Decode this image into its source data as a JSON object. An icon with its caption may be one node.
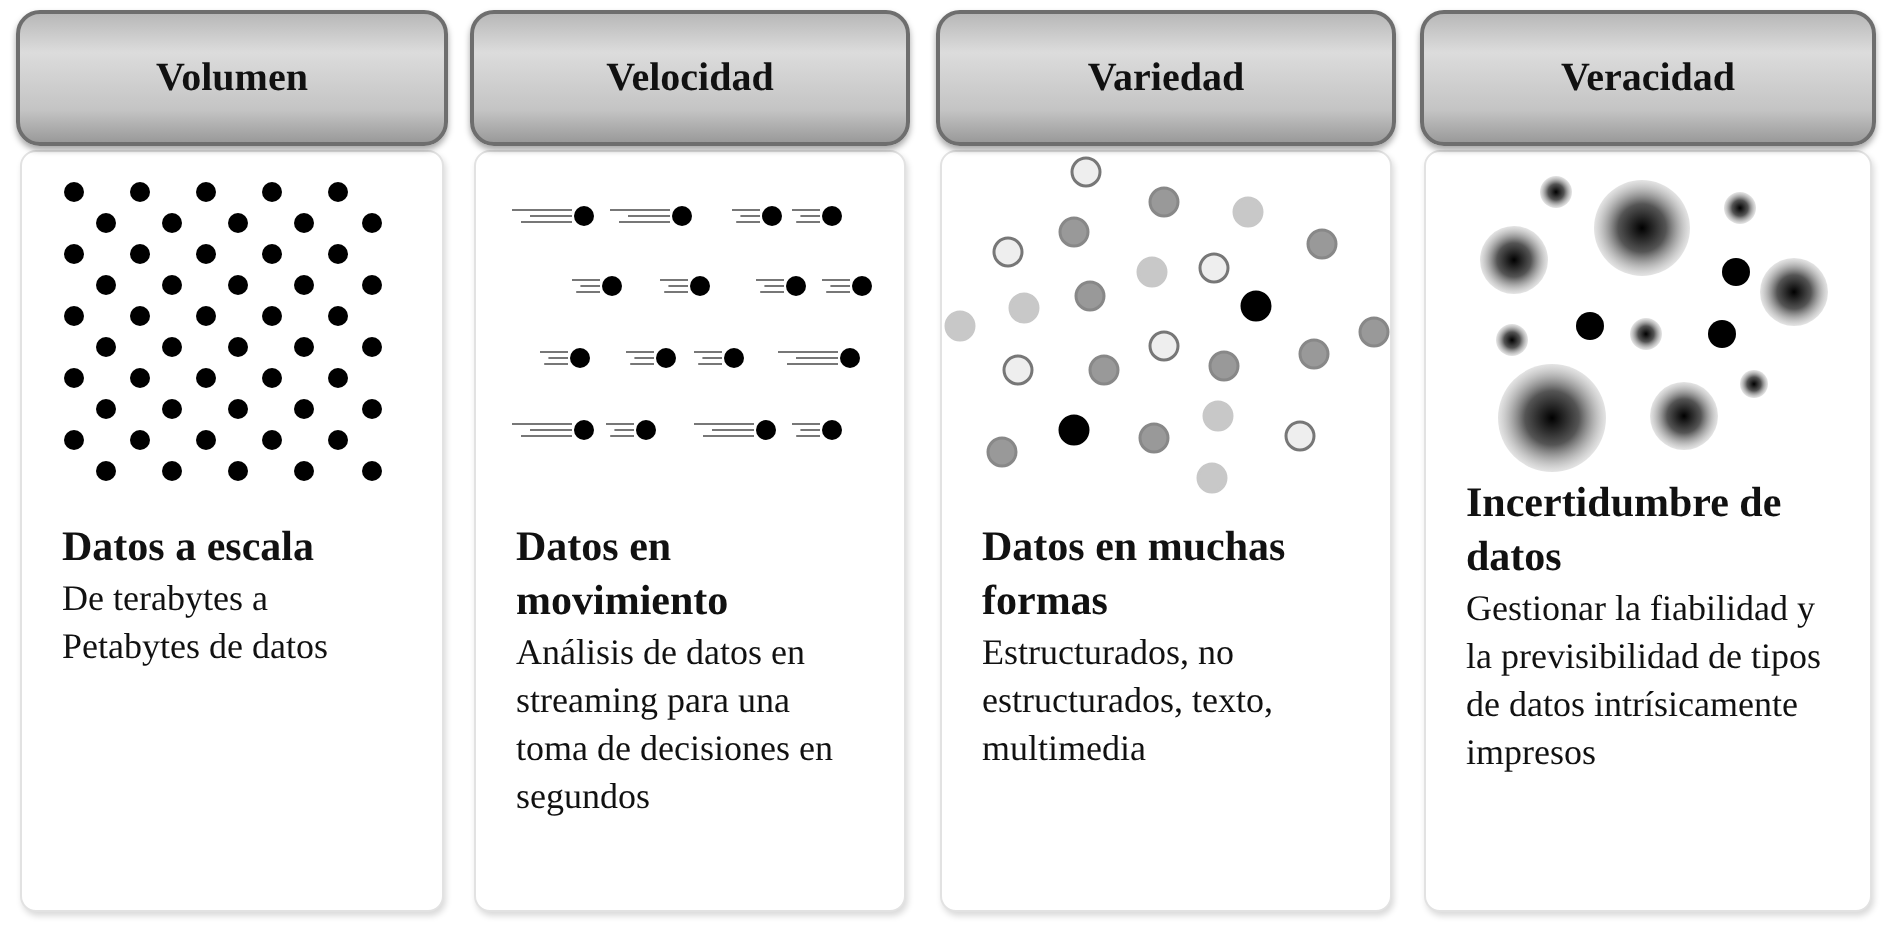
{
  "diagram": {
    "nodes": [
      {
        "text": [
          "Volumen"
        ]
      },
      {
        "text": [
          "Velocidad"
        ]
      },
      {
        "text": [
          "Variedad"
        ]
      },
      {
        "text": [
          "Veracidad"
        ]
      },
      {
        "text": [
          "Datos a escala",
          "De terabytes a Petabytes de datos"
        ]
      },
      {
        "text": [
          "Datos en movimiento",
          "Análisis de datos en streaming para una toma de decisiones en segundos"
        ]
      },
      {
        "text": [
          "Datos en muchas formas",
          "Estructurados, no estructurados, texto, multimedia"
        ]
      },
      {
        "text": [
          "Incertidumbre de datos",
          "Gestionar la fiabilidad y la previsibilidad de tipos de datos intrísicamente impresos"
        ]
      }
    ]
  }
}
